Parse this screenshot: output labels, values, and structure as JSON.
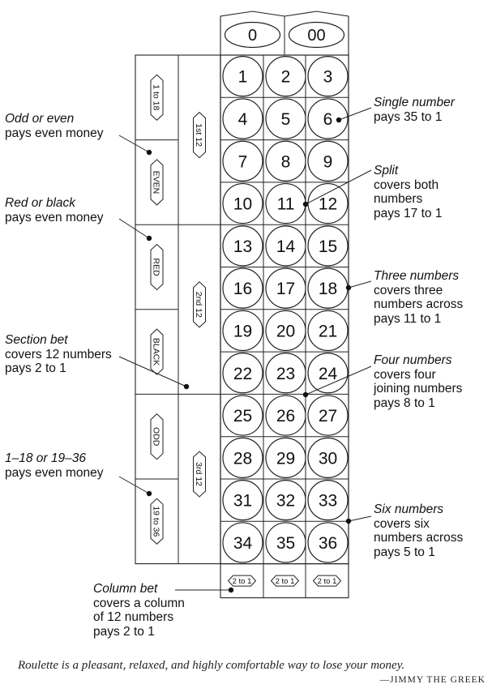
{
  "zeros": [
    "0",
    "00"
  ],
  "numbers": [
    "1",
    "2",
    "3",
    "4",
    "5",
    "6",
    "7",
    "8",
    "9",
    "10",
    "11",
    "12",
    "13",
    "14",
    "15",
    "16",
    "17",
    "18",
    "19",
    "20",
    "21",
    "22",
    "23",
    "24",
    "25",
    "26",
    "27",
    "28",
    "29",
    "30",
    "31",
    "32",
    "33",
    "34",
    "35",
    "36"
  ],
  "outside_bets": [
    "1 to 18",
    "EVEN",
    "RED",
    "BLACK",
    "ODD",
    "19 to 36"
  ],
  "dozens": [
    "1st 12",
    "2nd 12",
    "3rd 12"
  ],
  "column_bets": [
    "2 to 1",
    "2 to 1",
    "2 to 1"
  ],
  "annotations": {
    "odd_even": {
      "title": "Odd or even",
      "lines": [
        "pays even money"
      ]
    },
    "red_black": {
      "title": "Red or black",
      "lines": [
        "pays even money"
      ]
    },
    "section": {
      "title": "Section bet",
      "lines": [
        "covers 12 numbers",
        "pays 2 to 1"
      ]
    },
    "low_high": {
      "title": "1–18 or 19–36",
      "lines": [
        "pays even money"
      ]
    },
    "column": {
      "title": "Column bet",
      "lines": [
        "covers a column",
        "of 12 numbers",
        "pays 2 to 1"
      ]
    },
    "single": {
      "title": "Single number",
      "lines": [
        "pays 35 to 1"
      ]
    },
    "split": {
      "title": "Split",
      "lines": [
        "covers both",
        "numbers",
        "pays 17 to 1"
      ]
    },
    "three": {
      "title": "Three numbers",
      "lines": [
        "covers three",
        "numbers across",
        "pays 11 to 1"
      ]
    },
    "four": {
      "title": "Four numbers",
      "lines": [
        "covers four",
        "joining numbers",
        "pays 8 to 1"
      ]
    },
    "six": {
      "title": "Six numbers",
      "lines": [
        "covers six",
        "numbers across",
        "pays 5 to 1"
      ]
    }
  },
  "quote": "Roulette is a pleasant, relaxed, and highly comfortable way to lose your money.",
  "author": "—JIMMY THE GREEK"
}
